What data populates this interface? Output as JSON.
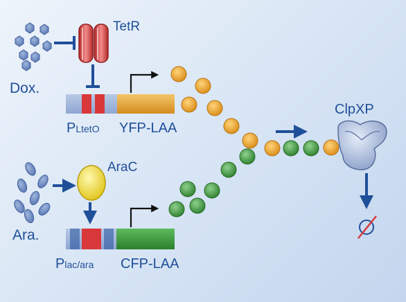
{
  "colors": {
    "background": "#dce8f6",
    "arrow": "#1f4f99",
    "yfp_gene": "#e6a23c",
    "cfp_gene": "#3f9a3f",
    "promoter_red": "#d9383a",
    "yfp_ball": "#eca52e",
    "cfp_ball": "#3c9e3c",
    "tetR": "#d43a3a",
    "araC": "#e9d21b",
    "clpxp": "#8fa3c9",
    "degraded": "#d9383a"
  },
  "labels": {
    "tetR": "TetR",
    "dox": "Dox.",
    "araC": "AraC",
    "ara": "Ara.",
    "clpxp": "ClpXP",
    "ptet_main": "P",
    "ptet_sub": "LtetO",
    "yfp": "YFP-LAA",
    "plac_main": "P",
    "plac_sub": "lac/ara",
    "cfp": "CFP-LAA"
  },
  "icons": {
    "dox": "hexagon-molecule-icon",
    "ara": "oval-molecule-icon",
    "tetR": "tetr-dimer-icon",
    "araC": "arac-protein-icon",
    "clpxp": "clpxp-protease-icon",
    "degraded": "degraded-protein-icon",
    "promoter": "transcription-start-arrow-icon"
  }
}
